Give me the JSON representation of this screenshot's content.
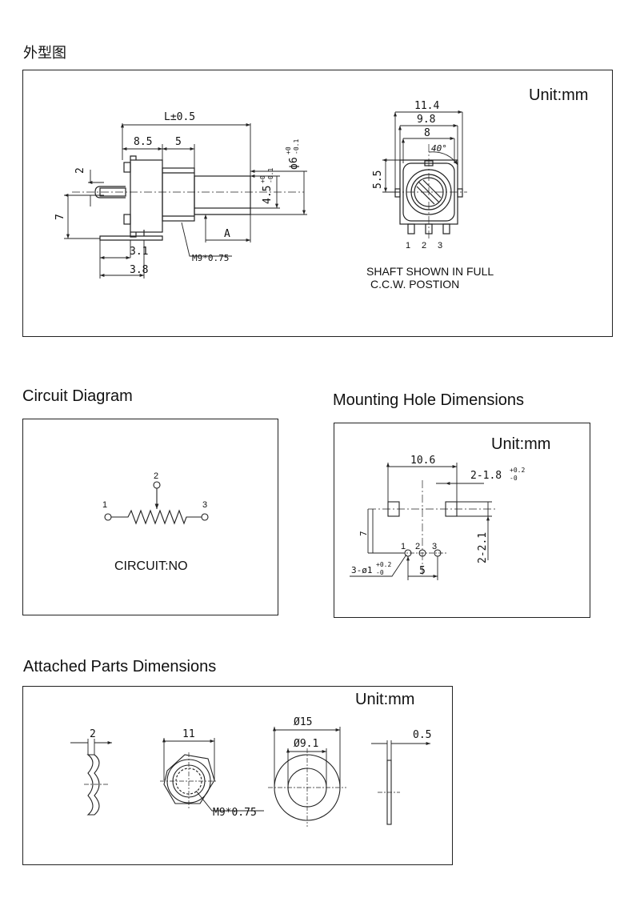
{
  "headings": {
    "outline": "外型图",
    "circuit": "Circuit Diagram",
    "mounting": "Mounting Hole Dimensions",
    "attached": "Attached Parts Dimensions"
  },
  "outline": {
    "unit": "Unit:mm",
    "side_view": {
      "length": "L±0.5",
      "d_8_5": "8.5",
      "d_5": "5",
      "d_2": "2",
      "d_7": "7",
      "d_3_1": "3.1",
      "d_3_8": "3.8",
      "d_A": "A",
      "thread": "M9*0.75",
      "shaft_flat": "4.5",
      "shaft_flat_tol_upper": "+0",
      "shaft_flat_tol_lower": "-0.1",
      "shaft_dia": "ϕ6",
      "shaft_dia_tol_upper": "+0",
      "shaft_dia_tol_lower": "-0.1"
    },
    "front_view": {
      "d_11_4": "11.4",
      "d_9_8": "9.8",
      "d_8": "8",
      "angle": "40°",
      "d_5_5": "5.5",
      "pins": [
        "1",
        "2",
        "3"
      ],
      "note_line1": "SHAFT SHOWN IN FULL",
      "note_line2": "C.C.W. POSTION"
    }
  },
  "circuit": {
    "pins": [
      "1",
      "2",
      "3"
    ],
    "label": "CIRCUIT:NO"
  },
  "mounting": {
    "unit": "Unit:mm",
    "d_10_6": "10.6",
    "slot": "2-1.8",
    "slot_tol_upper": "+0.2",
    "slot_tol_lower": "-0",
    "d_7": "7",
    "pins": [
      "1",
      "2",
      "3"
    ],
    "hole": "3-ø1",
    "hole_tol_upper": "+0.2",
    "hole_tol_lower": "-0",
    "d_5": "5",
    "d_2_2_1": "2-2.1"
  },
  "attached": {
    "unit": "Unit:mm",
    "nut_thickness": "2",
    "nut_width": "11",
    "thread": "M9*0.75",
    "washer_od": "Ø15",
    "washer_id": "Ø9.1",
    "washer_thickness": "0.5"
  },
  "colors": {
    "line": "#222222",
    "background": "#ffffff"
  }
}
